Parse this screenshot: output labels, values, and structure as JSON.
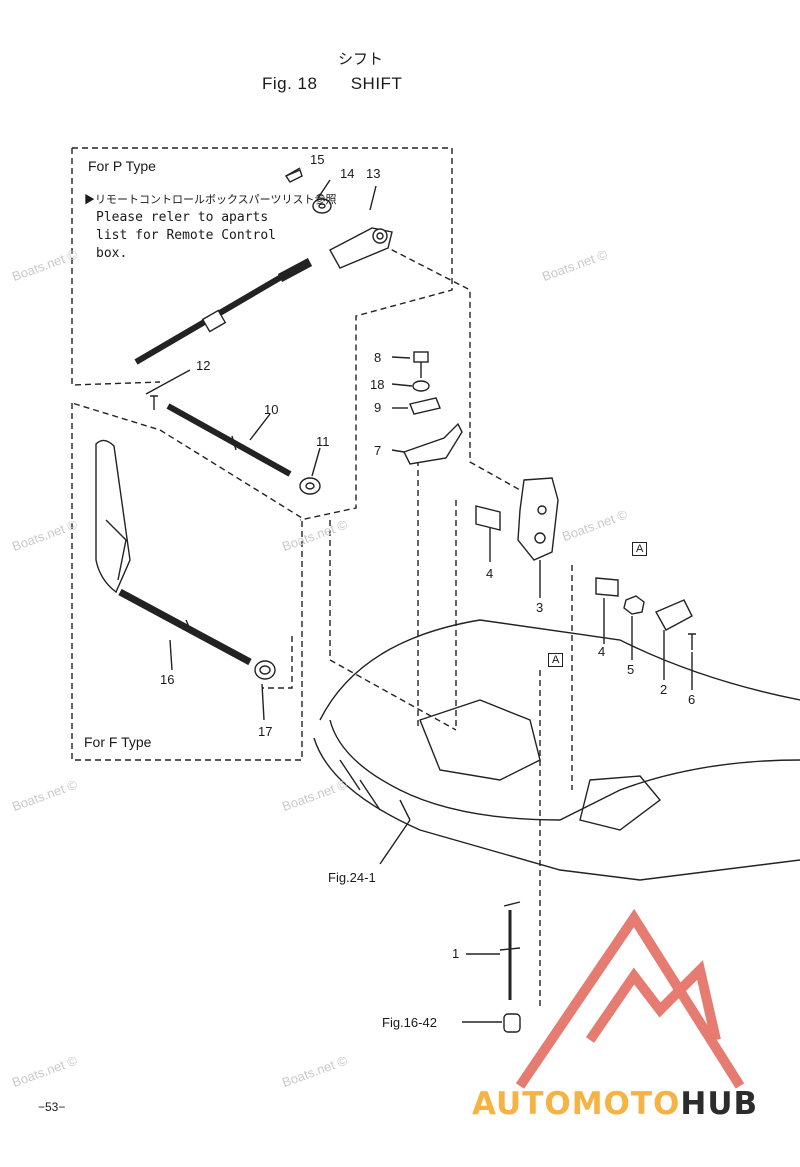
{
  "header": {
    "title_jp": "シフト",
    "figure_label": "Fig. 18",
    "title": "SHIFT"
  },
  "boxes": {
    "p_type_label": "For P Type",
    "note_jp": "リモートコントロールボックスパーツリスト参照",
    "note_en_1": "Please reler to aparts",
    "note_en_2": "list for Remote Control",
    "note_en_3": "box.",
    "f_type_label": "For F Type"
  },
  "callouts": {
    "c1": "1",
    "c2": "2",
    "c3": "3",
    "c4a": "4",
    "c4b": "4",
    "c5": "5",
    "c6": "6",
    "c7": "7",
    "c8": "8",
    "c9": "9",
    "c10": "10",
    "c11": "11",
    "c12": "12",
    "c13": "13",
    "c14": "14",
    "c15": "15",
    "c16": "16",
    "c17": "17",
    "c18": "18",
    "ref_a1": "A",
    "ref_a2": "A"
  },
  "references": {
    "fig_24_1": "Fig.24-1",
    "fig_16_42": "Fig.16-42"
  },
  "watermark": "Boats.net ©",
  "page_number": "−53−",
  "logo": {
    "part1": "AUTOMOTO",
    "part2": "HUB",
    "color_accent": "#f4b343",
    "color_triangle": "#e05b4f"
  }
}
